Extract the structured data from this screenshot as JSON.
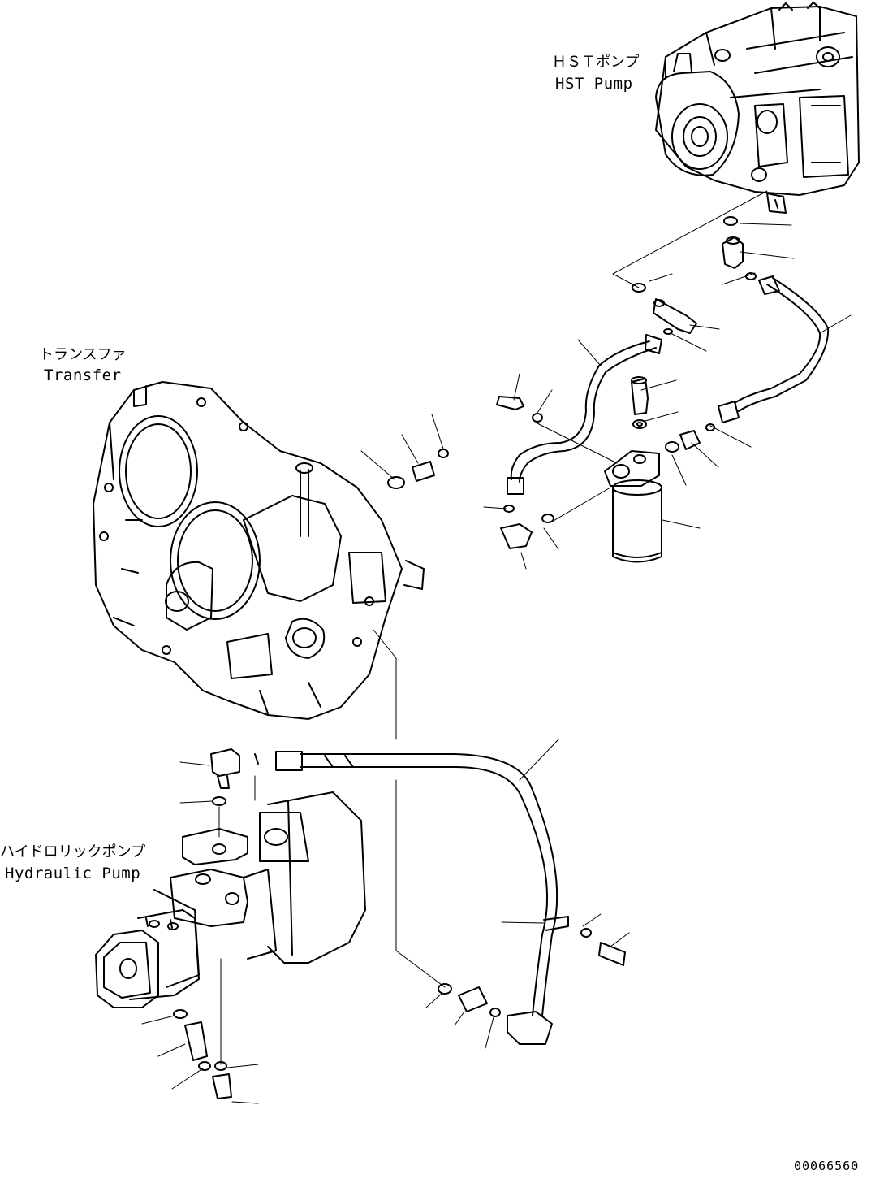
{
  "diagram": {
    "components": {
      "hst_pump": {
        "label_jp": "ＨＳＴポンプ",
        "label_en": "HST Pump"
      },
      "transfer": {
        "label_jp": "トランスファ",
        "label_en": "Transfer"
      },
      "hydraulic_pump": {
        "label_jp": "ハイドロリックポンプ",
        "label_en": "Hydraulic Pump"
      }
    },
    "document_number": "00066560"
  }
}
